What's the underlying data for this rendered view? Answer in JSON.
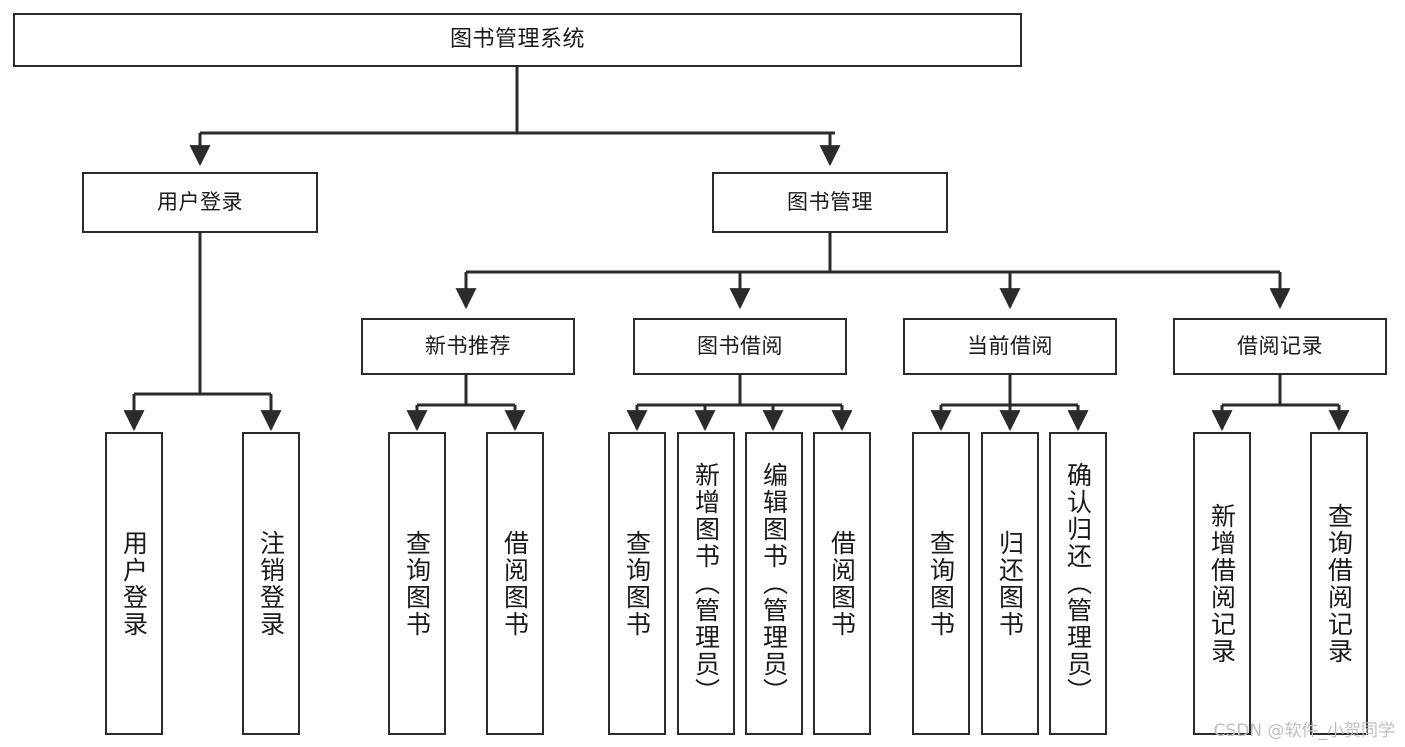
{
  "diagram": {
    "type": "tree-hierarchy",
    "root": {
      "id": "root",
      "label": "图书管理系统"
    },
    "level2": [
      {
        "id": "user-login",
        "label": "用户登录"
      },
      {
        "id": "book-manage",
        "label": "图书管理"
      }
    ],
    "level3": [
      {
        "id": "new-book-recommend",
        "label": "新书推荐",
        "parent": "book-manage"
      },
      {
        "id": "book-borrow",
        "label": "图书借阅",
        "parent": "book-manage"
      },
      {
        "id": "current-borrow",
        "label": "当前借阅",
        "parent": "book-manage"
      },
      {
        "id": "borrow-record",
        "label": "借阅记录",
        "parent": "book-manage"
      }
    ],
    "leaves": [
      {
        "id": "leaf-user-login",
        "label": "用户登录",
        "parent": "user-login"
      },
      {
        "id": "leaf-user-logout",
        "label": "注销登录",
        "parent": "user-login"
      },
      {
        "id": "leaf-query-book-1",
        "label": "查询图书",
        "parent": "new-book-recommend"
      },
      {
        "id": "leaf-borrow-book-1",
        "label": "借阅图书",
        "parent": "new-book-recommend"
      },
      {
        "id": "leaf-query-book-2",
        "label": "查询图书",
        "parent": "book-borrow"
      },
      {
        "id": "leaf-add-book",
        "label": "新增图书（管理员）",
        "parent": "book-borrow"
      },
      {
        "id": "leaf-edit-book",
        "label": "编辑图书（管理员）",
        "parent": "book-borrow"
      },
      {
        "id": "leaf-borrow-book-2",
        "label": "借阅图书",
        "parent": "book-borrow"
      },
      {
        "id": "leaf-query-book-3",
        "label": "查询图书",
        "parent": "current-borrow"
      },
      {
        "id": "leaf-return-book",
        "label": "归还图书",
        "parent": "current-borrow"
      },
      {
        "id": "leaf-confirm-return",
        "label": "确认归还（管理员）",
        "parent": "current-borrow"
      },
      {
        "id": "leaf-add-record",
        "label": "新增借阅记录",
        "parent": "borrow-record"
      },
      {
        "id": "leaf-query-record",
        "label": "查询借阅记录",
        "parent": "borrow-record"
      }
    ]
  },
  "watermark": {
    "text": "CSDN @软件_小贺同学"
  },
  "colors": {
    "stroke": "#2b2b2b",
    "fill": "#ffffff",
    "text": "#1a1a1a",
    "watermark": "#bfbfbf"
  }
}
